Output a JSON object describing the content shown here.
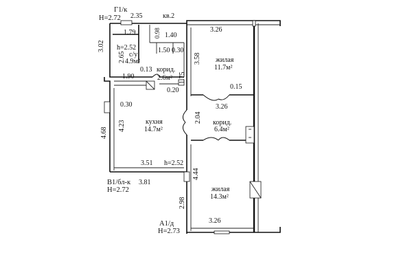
{
  "markers": {
    "g1k": "Г1/к",
    "g1k_h": "H=2.72",
    "kv2": "кв.2",
    "v1blk": "В1/бл-к",
    "v1blk_h": "H=2.72",
    "a1d": "А1/д",
    "a1d_h": "H=2.73"
  },
  "rooms": {
    "bathroom": {
      "name": "с/у",
      "area": "4.9м²",
      "height": "h=2.52"
    },
    "corridor_small": {
      "name": "корид.",
      "area": "2.6м²"
    },
    "living1": {
      "name": "жилая",
      "area": "11.7м²"
    },
    "kitchen": {
      "name": "кухня",
      "area": "14.7м²",
      "height": "h=2.52"
    },
    "corridor_big": {
      "name": "корид.",
      "area": "6.4м²"
    },
    "living2": {
      "name": "жилая",
      "area": "14.3м²"
    }
  },
  "dims": {
    "d235": "2.35",
    "d179": "1.79",
    "d098": "0.98",
    "d140": "1.40",
    "d326_top": "3.26",
    "d302": "3.02",
    "d265": "2.65",
    "d150": "1.50",
    "d030a": "0.30",
    "d358": "3.58",
    "d190": "1.90",
    "d013": "0.13",
    "d175": "1.75",
    "d020": "0.20",
    "d015": "0.15",
    "d030b": "0.30",
    "d326_mid": "3.26",
    "d204": "2.04",
    "d423": "4.23",
    "d468": "4.68",
    "d351": "3.51",
    "d381": "3.81",
    "d444": "4.44",
    "d298": "2.98",
    "d326_bot": "3.26"
  }
}
